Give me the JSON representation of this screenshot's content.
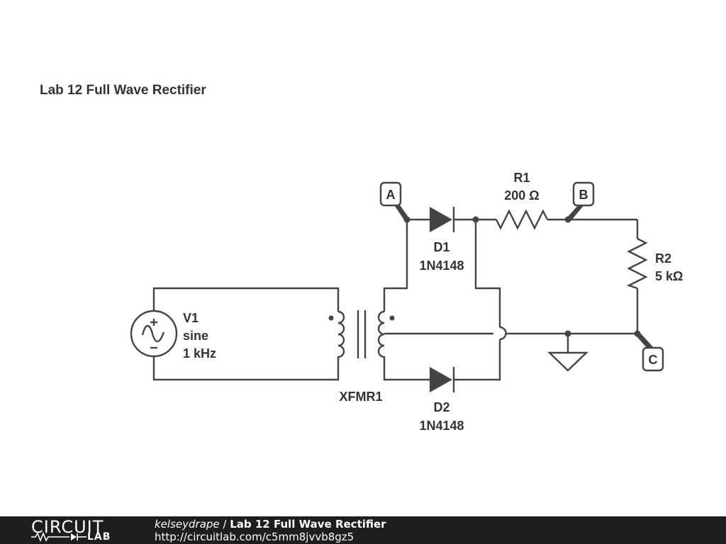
{
  "title": "Lab 12 Full Wave Rectifier",
  "components": {
    "v1": {
      "name": "V1",
      "type": "sine",
      "freq": "1 kHz"
    },
    "xfmr1": {
      "name": "XFMR1"
    },
    "d1": {
      "name": "D1",
      "part": "1N4148"
    },
    "d2": {
      "name": "D2",
      "part": "1N4148"
    },
    "r1": {
      "name": "R1",
      "value": "200 Ω"
    },
    "r2": {
      "name": "R2",
      "value": "5 kΩ"
    }
  },
  "probes": {
    "a": "A",
    "b": "B",
    "c": "C"
  },
  "footer": {
    "brand_top": "CIRCUIT",
    "brand_bottom": "LAB",
    "user": "kelseydrape",
    "separator": " / ",
    "project": "Lab 12 Full Wave Rectifier",
    "url": "http://circuitlab.com/c5mm8jvvb8gz5"
  },
  "colors": {
    "wire": "#444444",
    "footer_bg": "#1e1e1e",
    "text": "#333333"
  }
}
